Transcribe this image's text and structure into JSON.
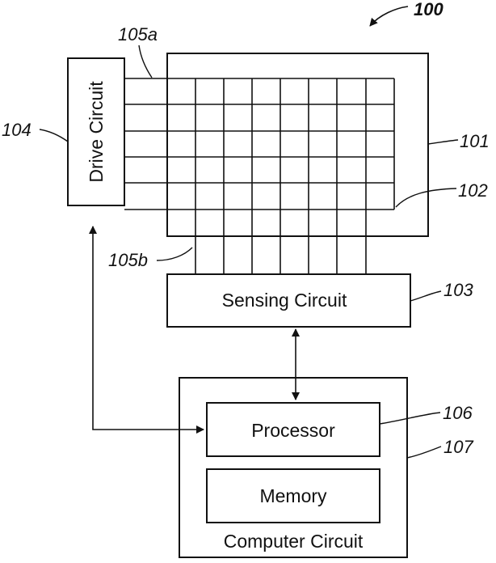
{
  "figure_number": "100",
  "blocks": {
    "drive_circuit": "Drive Circuit",
    "sensing_circuit": "Sensing Circuit",
    "processor": "Processor",
    "memory": "Memory",
    "computer_circuit": "Computer Circuit"
  },
  "reference_numerals": {
    "touch_panel": "101",
    "sensor_node": "102",
    "sensing_circuit": "103",
    "drive_circuit": "104",
    "drive_lines": "105a",
    "sense_lines": "105b",
    "processor": "106",
    "computer_circuit": "107"
  }
}
